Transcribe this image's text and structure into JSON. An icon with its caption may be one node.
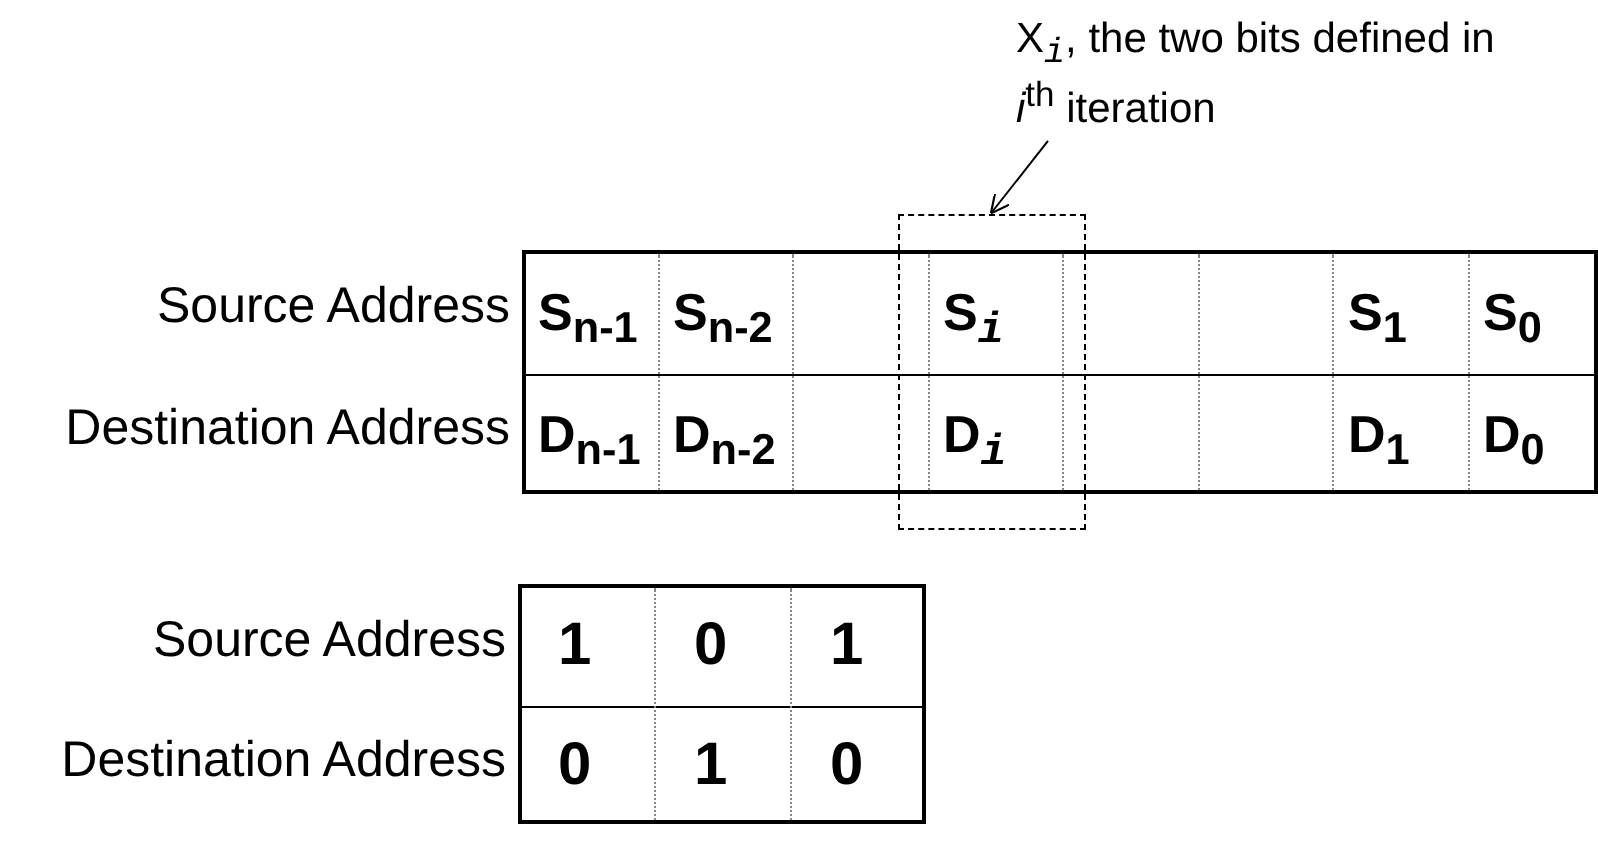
{
  "diagram": {
    "nodes": [
      {
        "text": [
          "X$_{i}$, the two bits defined in *i*$^{th}$ iteration"
        ]
      },
      {
        "text": [],
        "shape": "box"
      }
    ],
    "edges": [
      {
        "from": 0,
        "to": 1,
        "arrow": "to"
      }
    ],
    "labels": [
      "Source Address",
      "S$_{n-1}$",
      "S$_{n-2}$",
      "S$_{i}$",
      "S$_{1}$",
      "S$_{0}$",
      "Destination Address",
      "D$_{n-1}$",
      "D$_{n-2}$",
      "D$_{i}$",
      "D$_{1}$",
      "D$_{0}$",
      "Source Address",
      "1",
      "0",
      "1",
      "Destination Address",
      "0",
      "1",
      "0"
    ]
  }
}
